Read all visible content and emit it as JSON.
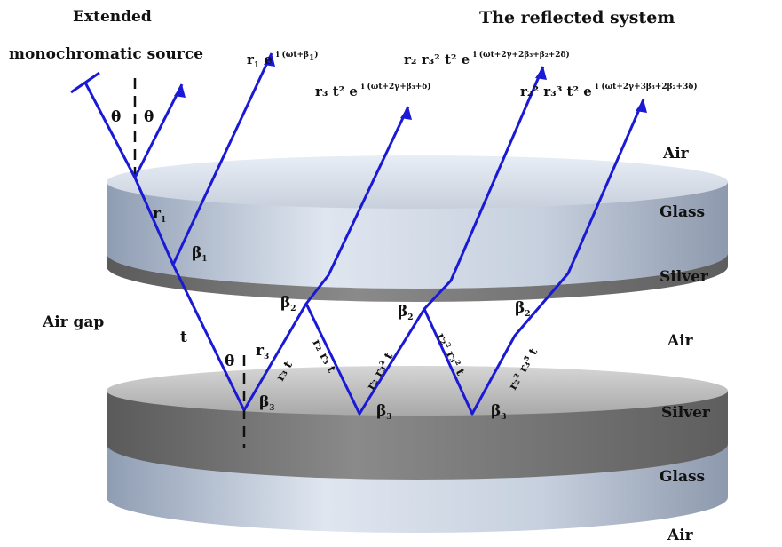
{
  "title": "The reflected system",
  "source_label": {
    "line1": "Extended",
    "line2": "monochromatic source"
  },
  "theta": "θ",
  "layers_right": [
    "Air",
    "Glass",
    "Silver",
    "Air",
    "Silver",
    "Glass",
    "Air"
  ],
  "air_gap_label": "Air gap",
  "labels": {
    "r1": "r",
    "r1_sub": "1",
    "beta": "β",
    "b1": "1",
    "b2": "2",
    "b3": "3",
    "t": "t",
    "r3": "r",
    "r3_sub": "3"
  },
  "diagonal_labels": {
    "seg1": "r₃ t",
    "seg2": "r₂ r₃ t",
    "seg3": "r₂ r₃² t",
    "seg4": "r₂² r₃² t",
    "seg5": "r₂² r₃³ t"
  },
  "formulas": {
    "f1_main": "r",
    "f1_sub": "1",
    "f1_e": " e",
    "f1_exp": "i (ωt+β",
    "f1_exp_sub": "1",
    "f1_exp_end": ")",
    "f2": "r₃ t² e",
    "f2_exp": "i (ωt+2γ+β₃+δ)",
    "f3": "r₂ r₃² t² e",
    "f3_exp": "i (ωt+2γ+2β₃+β₂+2δ)",
    "f4": "r₂² r₃³ t² e",
    "f4_exp": "i (ωt+2γ+3β₃+2β₂+3δ)"
  },
  "colors": {
    "ray": "#1a1ad6",
    "glass_side": "#b9c4d6",
    "glass_top": "#dfe6f0",
    "silver_band": "#6f6f6f",
    "silver_top": "#c9c9c9"
  }
}
